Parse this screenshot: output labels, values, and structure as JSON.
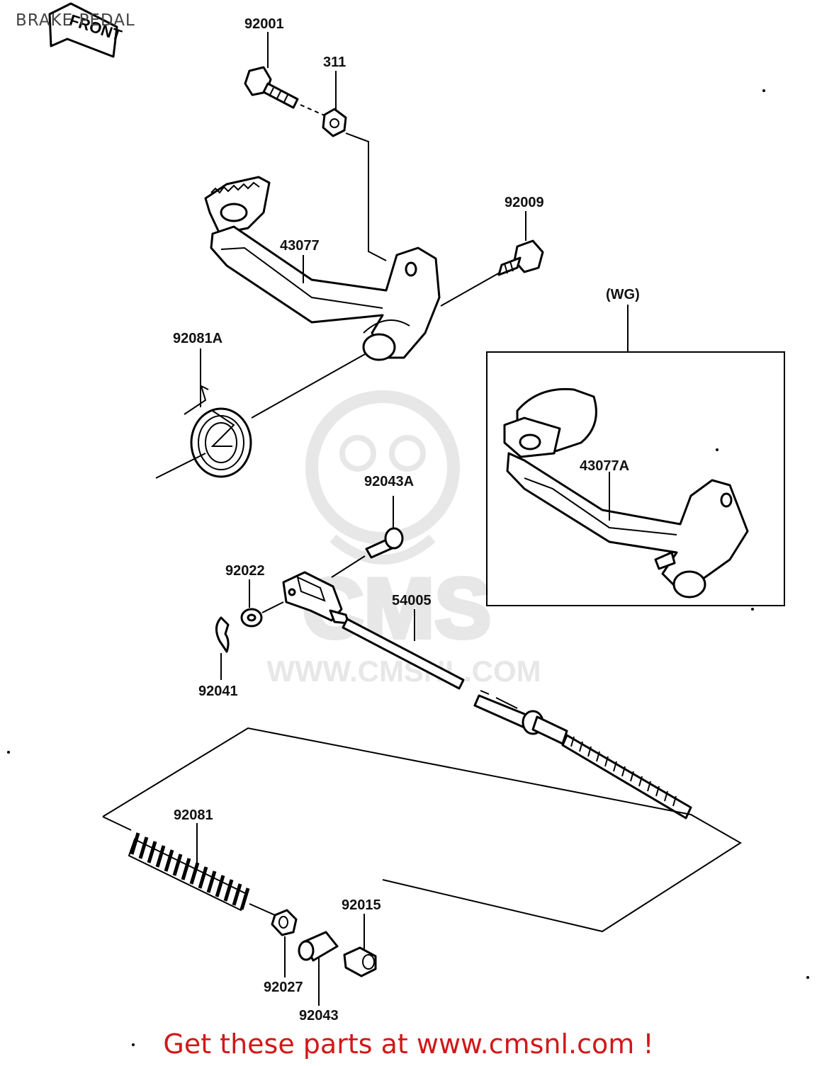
{
  "title": "BRAKE PEDAL",
  "front_label": "FRONT",
  "watermark": {
    "text": "CMS",
    "url": "WWW.CMSNL.COM"
  },
  "group_label": "(WG)",
  "parts": {
    "p92001": "92001",
    "p311": "311",
    "p92009": "92009",
    "p43077": "43077",
    "p92081A": "92081A",
    "p43077A": "43077A",
    "p92043A": "92043A",
    "p92022": "92022",
    "p54005": "54005",
    "p92041": "92041",
    "p92081": "92081",
    "p92015": "92015",
    "p92027": "92027",
    "p92043": "92043"
  },
  "footer": "Get these parts at www.cmsnl.com !",
  "colors": {
    "footer": "#d11818",
    "watermark": "#cfcfcf",
    "ink": "#000000"
  }
}
